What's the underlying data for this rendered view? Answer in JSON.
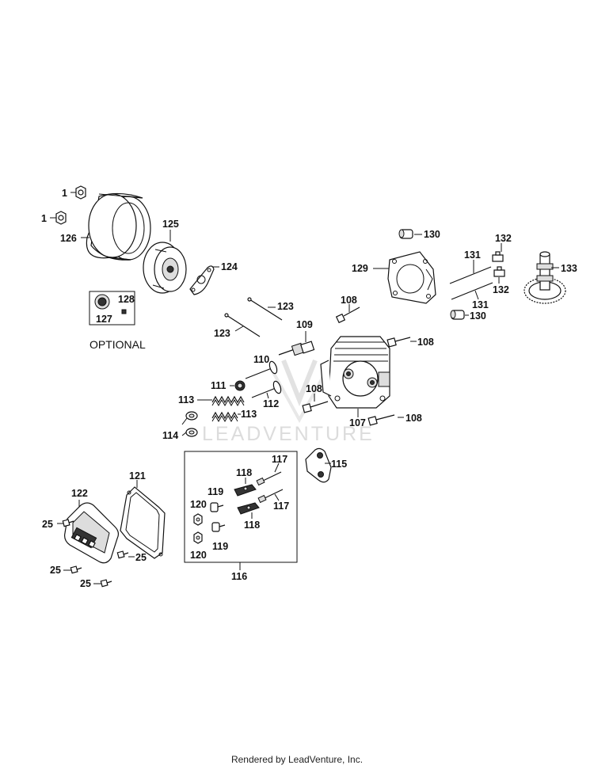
{
  "watermark": "LEADVENTURE",
  "optional_label": "OPTIONAL",
  "footer": "Rendered by LeadVenture, Inc.",
  "callouts": {
    "c1a": "1",
    "c1b": "1",
    "c126": "126",
    "c125": "125",
    "c124": "124",
    "c128": "128",
    "c127": "127",
    "c130a": "130",
    "c132a": "132",
    "c131a": "131",
    "c133": "133",
    "c129": "129",
    "c132b": "132",
    "c131b": "131",
    "c130b": "130",
    "c123a": "123",
    "c108a": "108",
    "c109": "109",
    "c123b": "123",
    "c108b": "108",
    "c110": "110",
    "c111": "111",
    "c108c": "108",
    "c113a": "113",
    "c112": "112",
    "c113b": "113",
    "c107": "107",
    "c108d": "108",
    "c114": "114",
    "c117a": "117",
    "c115": "115",
    "c121": "121",
    "c118a": "118",
    "c122": "122",
    "c119a": "119",
    "c117b": "117",
    "c120a": "120",
    "c25a": "25",
    "c118b": "118",
    "c119b": "119",
    "c25b": "25",
    "c120b": "120",
    "c25c": "25",
    "c116": "116",
    "c25d": "25"
  }
}
